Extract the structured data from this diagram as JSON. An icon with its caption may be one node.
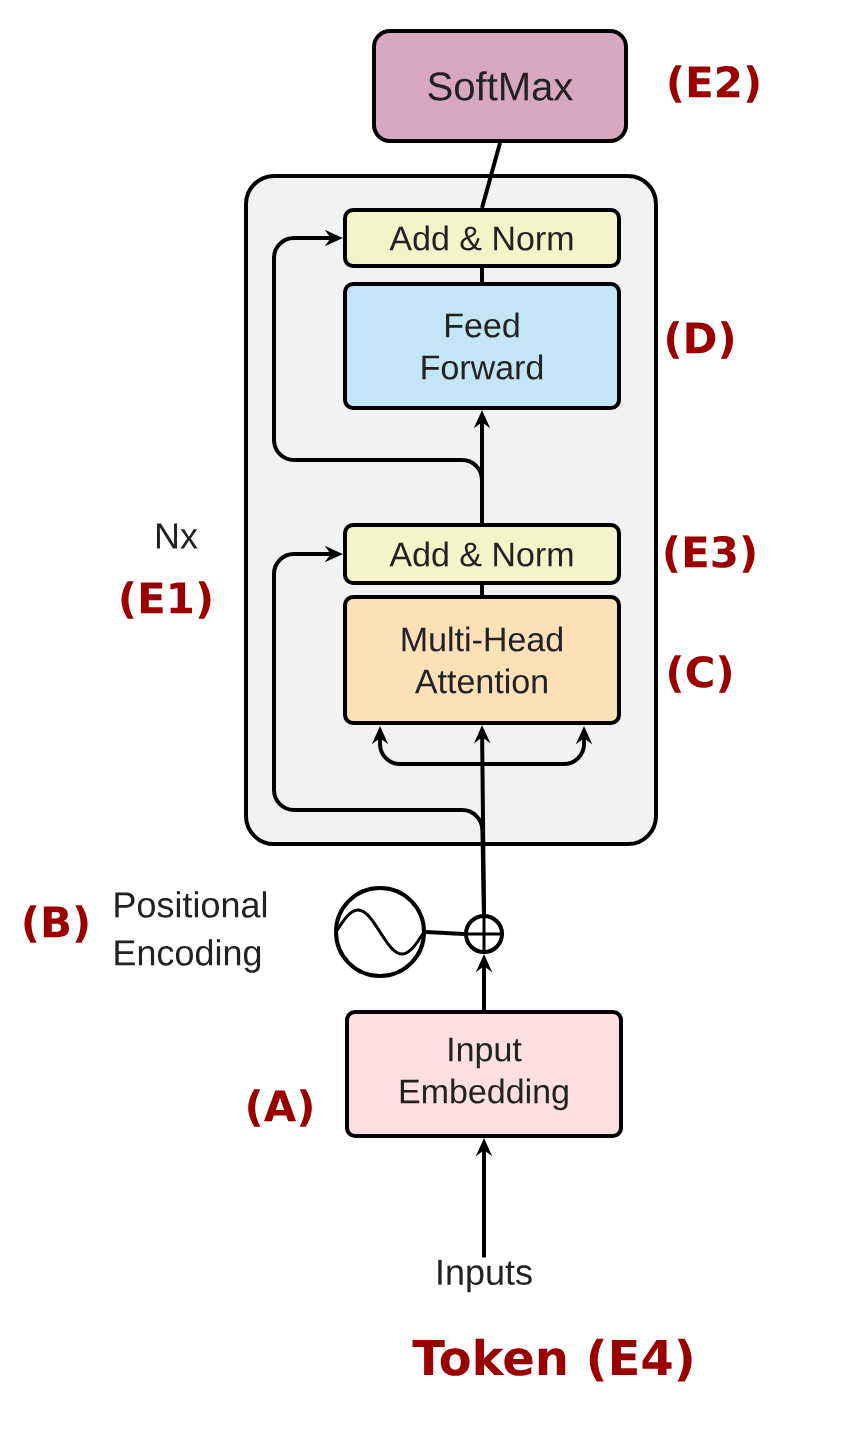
{
  "diagram": {
    "nodes": [
      {
        "text": [
          "SoftMax"
        ],
        "beside": [
          "(E2)"
        ]
      },
      {
        "text": [],
        "shape": "box"
      },
      {
        "text": [
          "Add & Norm"
        ],
        "in": 1
      },
      {
        "text": [
          "Feed Forward"
        ],
        "in": 1,
        "beside": [
          "(D)"
        ]
      },
      {
        "text": [
          "Add & Norm"
        ],
        "in": 1,
        "beside": [
          "(E3)"
        ]
      },
      {
        "text": [
          "Multi-Head Attention"
        ],
        "in": 1,
        "beside": [
          "(C)"
        ]
      },
      {
        "text": [],
        "shape": "circle"
      },
      {
        "text": [],
        "shape": "circle",
        "beside": [
          "Positional Encoding",
          "(B)"
        ]
      },
      {
        "text": [
          "Input Embedding"
        ],
        "beside": [
          "(A)"
        ]
      },
      {
        "text": [
          "Inputs"
        ],
        "beside": [
          "Token (E4)"
        ]
      }
    ],
    "edges": [
      {
        "from": 9,
        "to": 8,
        "arrow": "to"
      },
      {
        "from": 8,
        "to": 6,
        "arrow": "to"
      },
      {
        "from": 7,
        "to": 6,
        "arrow": "none"
      },
      {
        "from": 6,
        "to": 5,
        "arrow": "to"
      },
      {
        "from": 6,
        "to": 4,
        "arrow": "to"
      },
      {
        "from": 5,
        "to": 4,
        "arrow": "none"
      },
      {
        "from": 4,
        "to": 3,
        "arrow": "to"
      },
      {
        "from": 4,
        "to": 2,
        "arrow": "to"
      },
      {
        "from": 3,
        "to": 2,
        "arrow": "none"
      },
      {
        "from": 2,
        "to": 0,
        "arrow": "none"
      }
    ],
    "labels": [
      "Nx",
      "(E1)"
    ]
  }
}
